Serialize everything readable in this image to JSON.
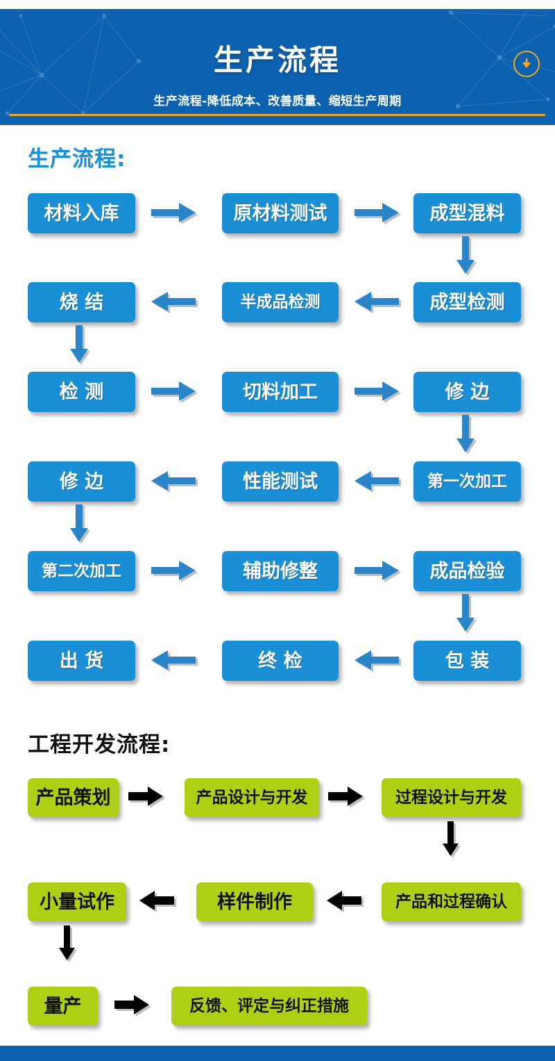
{
  "header": {
    "title": "生产流程",
    "subtitle": "生产流程-降低成本、改善质量、缩短生产周期",
    "download_icon": "download-circle-icon",
    "bg_color": "#0d62b0",
    "rule_color": "#efa526"
  },
  "sections": [
    {
      "id": "production",
      "heading": "生产流程:",
      "heading_color": "#1b8fd6",
      "node_color": "#1b8fd6",
      "node_text_color": "#ffffff",
      "arrow_color": "#2a84c8",
      "rows": [
        {
          "direction": "right",
          "nodes": [
            "材料入库",
            "原材料测试",
            "成型混料"
          ]
        },
        {
          "direction": "left",
          "nodes": [
            "烧 结",
            "半成品检测",
            "成型检测"
          ]
        },
        {
          "direction": "right",
          "nodes": [
            "检 测",
            "切料加工",
            "修 边"
          ]
        },
        {
          "direction": "left",
          "nodes": [
            "修 边",
            "性能测试",
            "第一次加工"
          ]
        },
        {
          "direction": "right",
          "nodes": [
            "第二次加工",
            "辅助修整",
            "成品检验"
          ]
        },
        {
          "direction": "left",
          "nodes": [
            "出 货",
            "终 检",
            "包 装"
          ]
        }
      ]
    },
    {
      "id": "engineering",
      "heading": "工程开发流程:",
      "heading_color": "#111111",
      "node_color": "#aed014",
      "node_text_color": "#111111",
      "arrow_color": "#000000",
      "rows": [
        {
          "direction": "right",
          "nodes": [
            "产品策划",
            "产品设计与开发",
            "过程设计与开发"
          ]
        },
        {
          "direction": "left",
          "nodes": [
            "小量试作",
            "样件制作",
            "产品和过程确认"
          ]
        },
        {
          "direction": "right",
          "nodes": [
            "量产",
            "反馈、评定与纠正措施"
          ]
        }
      ]
    }
  ],
  "nodes": {
    "p_r1_c1": "材料入库",
    "p_r1_c2": "原材料测试",
    "p_r1_c3": "成型混料",
    "p_r2_c1": "烧 结",
    "p_r2_c2": "半成品检测",
    "p_r2_c3": "成型检测",
    "p_r3_c1": "检 测",
    "p_r3_c2": "切料加工",
    "p_r3_c3": "修 边",
    "p_r4_c1": "修 边",
    "p_r4_c2": "性能测试",
    "p_r4_c3": "第一次加工",
    "p_r5_c1": "第二次加工",
    "p_r5_c2": "辅助修整",
    "p_r5_c3": "成品检验",
    "p_r6_c1": "出 货",
    "p_r6_c2": "终 检",
    "p_r6_c3": "包 装",
    "e_r1_c1": "产品策划",
    "e_r1_c2": "产品设计与开发",
    "e_r1_c3": "过程设计与开发",
    "e_r2_c1": "小量试作",
    "e_r2_c2": "样件制作",
    "e_r2_c3": "产品和过程确认",
    "e_r3_c1": "量产",
    "e_r3_c2": "反馈、评定与纠正措施"
  },
  "headings": {
    "production": "生产流程:",
    "engineering": "工程开发流程:"
  }
}
